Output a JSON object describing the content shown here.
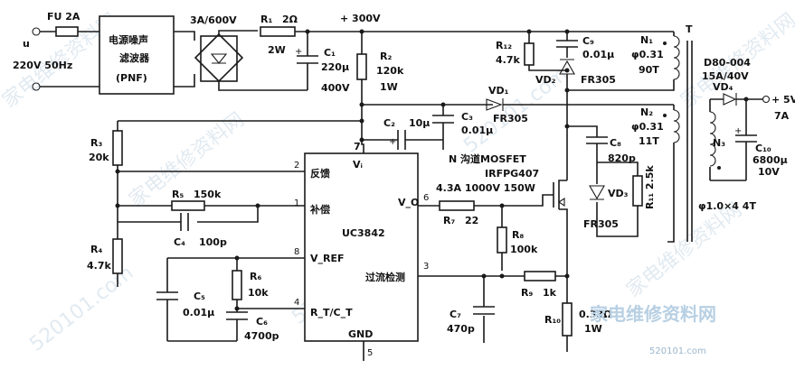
{
  "input": {
    "fuse": "FU 2A",
    "source_symbol": "u",
    "source_voltage": "220V 50Hz",
    "filter_line1": "电源噪声",
    "filter_line2": "滤波器",
    "filter_line3": "(PNF)"
  },
  "rectifier": {
    "rating": "3A/600V"
  },
  "r1": {
    "name": "R₁",
    "value": "2Ω",
    "power": "2W"
  },
  "bus": {
    "voltage": "+ 300V"
  },
  "c1": {
    "name": "C₁",
    "value": "220μ",
    "voltage": "400V"
  },
  "r2": {
    "name": "R₂",
    "value": "120k",
    "power": "1W"
  },
  "r12": {
    "name": "R₁₂",
    "value": "4.7k"
  },
  "c9": {
    "name": "C₉",
    "value": "0.01μ"
  },
  "vd2": {
    "name": "VD₂",
    "part": "FR305"
  },
  "n1": {
    "name": "N₁",
    "wire": "φ0.31",
    "turns": "90T"
  },
  "transformer": {
    "name": "T",
    "core": "D80-004",
    "rating": "15A/40V"
  },
  "vd1": {
    "name": "VD₁",
    "part": "FR305"
  },
  "n2": {
    "name": "N₂",
    "wire": "φ0.31",
    "turns": "11T"
  },
  "c2": {
    "name": "C₂",
    "value": "10μ"
  },
  "c3": {
    "name": "C₃",
    "value": "0.01μ"
  },
  "mosfet": {
    "type": "N 沟道MOSFET",
    "part": "IRFPG407",
    "rating": "4.3A 1000V 150W"
  },
  "c8": {
    "name": "C₈",
    "value": "820p"
  },
  "vd3": {
    "name": "VD₃",
    "part": "FR305"
  },
  "r11": {
    "name": "R₁₁ 2.5k"
  },
  "vd4": {
    "name": "VD₄"
  },
  "output": {
    "voltage": "+ 5V",
    "current": "7A"
  },
  "n3": {
    "name": "N₃",
    "wire": "φ1.0×4 4T"
  },
  "c10": {
    "name": "C₁₀",
    "value": "6800μ",
    "voltage": "10V"
  },
  "r3": {
    "name": "R₃",
    "value": "20k"
  },
  "r4": {
    "name": "R₄",
    "value": "4.7k"
  },
  "r5": {
    "name": "R₅",
    "value": "150k"
  },
  "c4": {
    "name": "C₄",
    "value": "100p"
  },
  "r6": {
    "name": "R₆",
    "value": "10k"
  },
  "c5": {
    "name": "C₅",
    "value": "0.01μ"
  },
  "c6": {
    "name": "C₆",
    "value": "4700p"
  },
  "r7": {
    "name": "R₇",
    "value": "22"
  },
  "r8": {
    "name": "R₈",
    "value": "100k"
  },
  "r9": {
    "name": "R₉",
    "value": "1k"
  },
  "c7": {
    "name": "C₇",
    "value": "470p"
  },
  "r10": {
    "name": "R₁₀",
    "value": "0.33Ω",
    "power": "1W"
  },
  "ic": {
    "name": "UC3842",
    "pin_vi": "Vᵢ",
    "pin_feedback": "反馈",
    "pin_comp": "补偿",
    "pin_vref": "V_REF",
    "pin_rtct": "R_T/C_T",
    "pin_vo": "V_O",
    "pin_cs": "过流检测",
    "pin_gnd": "GND",
    "num_7": "7",
    "num_2": "2",
    "num_1": "1",
    "num_8": "8",
    "num_4": "4",
    "num_6": "6",
    "num_3": "3",
    "num_5": "5"
  },
  "watermark": {
    "text": "家电维修资料网",
    "url": "520101.com"
  }
}
